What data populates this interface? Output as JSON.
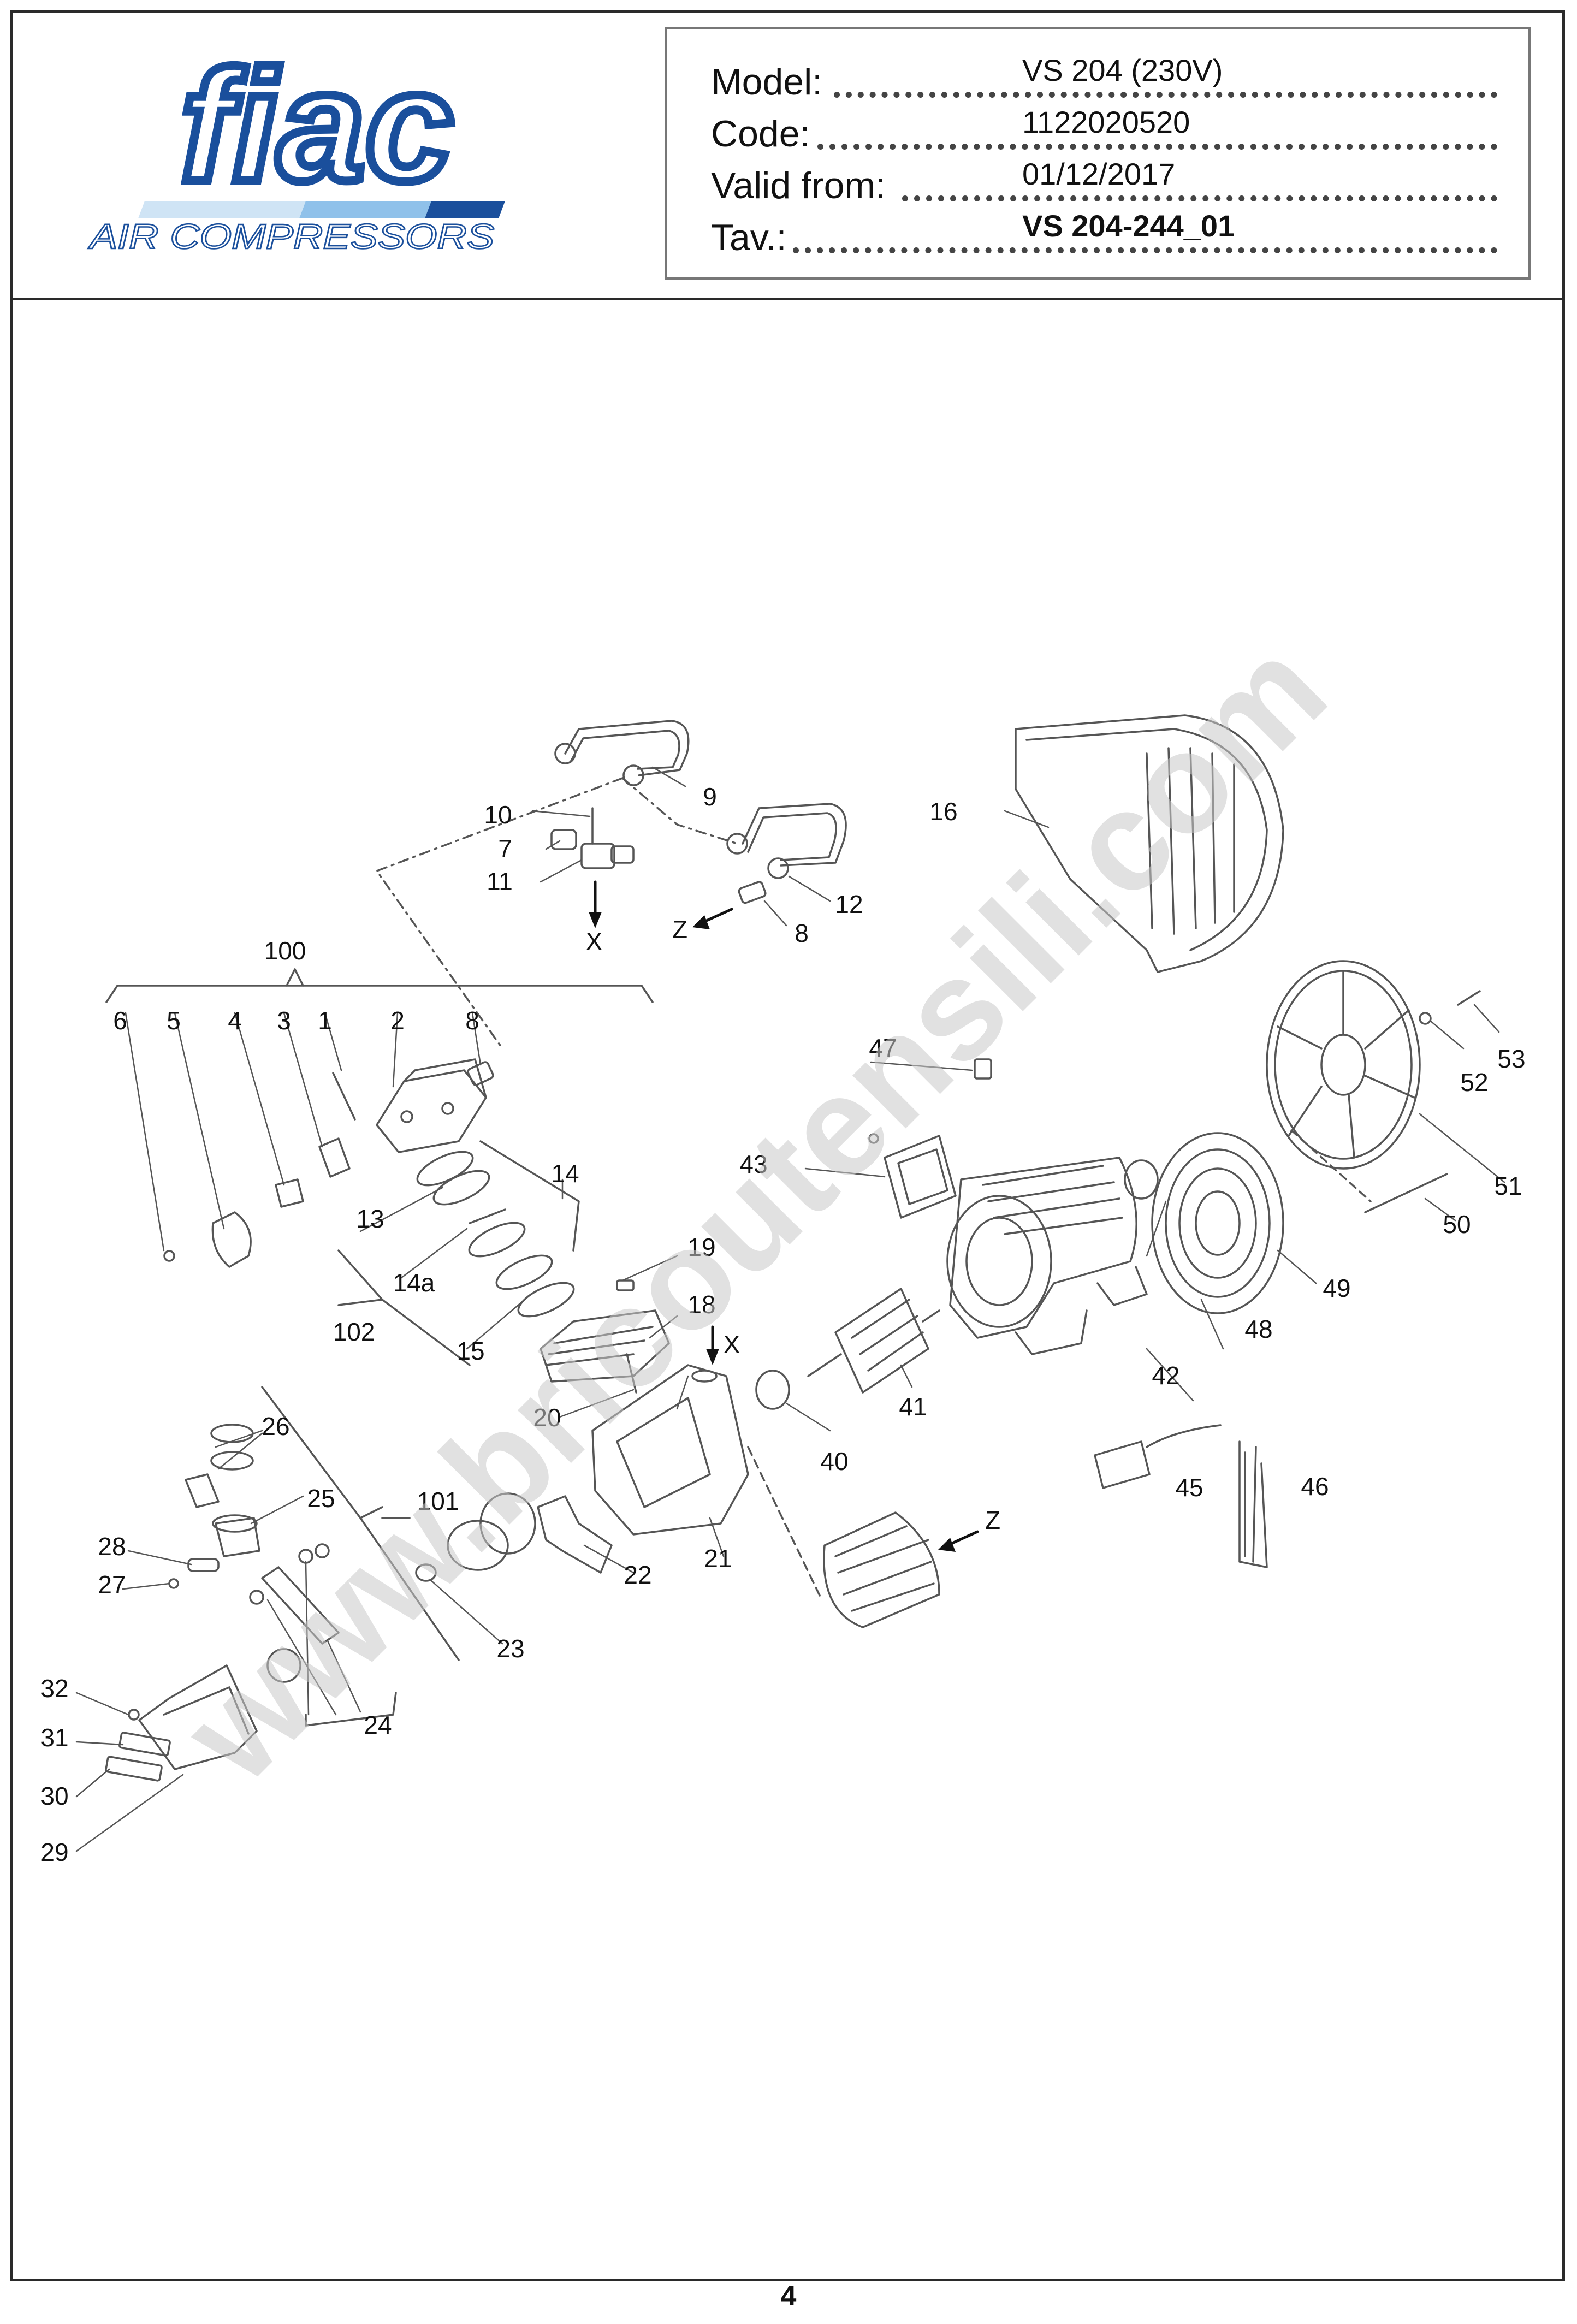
{
  "header": {
    "brand": "fiac",
    "brand_sub": "AIR COMPRESSORS",
    "fields": [
      {
        "label": "Model:",
        "value": "VS 204 (230V)"
      },
      {
        "label": "Code:",
        "value": "1122020520"
      },
      {
        "label": "Valid from:",
        "value": "01/12/2017"
      },
      {
        "label": "Tav.:",
        "value": "VS 204-244_01"
      }
    ]
  },
  "watermark": "www.bricoutensili.com",
  "colors": {
    "brand_blue": "#1a4f9c",
    "brand_light_blue": "#8fc1ea",
    "line": "#555555",
    "watermark_gray": "#c9c9c9"
  },
  "callouts": [
    "1",
    "2",
    "3",
    "4",
    "5",
    "6",
    "7",
    "8",
    "8",
    "9",
    "10",
    "11",
    "12",
    "13",
    "14",
    "14a",
    "15",
    "16",
    "18",
    "19",
    "20",
    "21",
    "22",
    "23",
    "24",
    "25",
    "26",
    "27",
    "28",
    "29",
    "30",
    "31",
    "32",
    "40",
    "41",
    "42",
    "43",
    "45",
    "46",
    "47",
    "48",
    "49",
    "50",
    "51",
    "52",
    "53",
    "100",
    "101",
    "102",
    "X",
    "X",
    "Z",
    "Z"
  ],
  "page_number": "4"
}
